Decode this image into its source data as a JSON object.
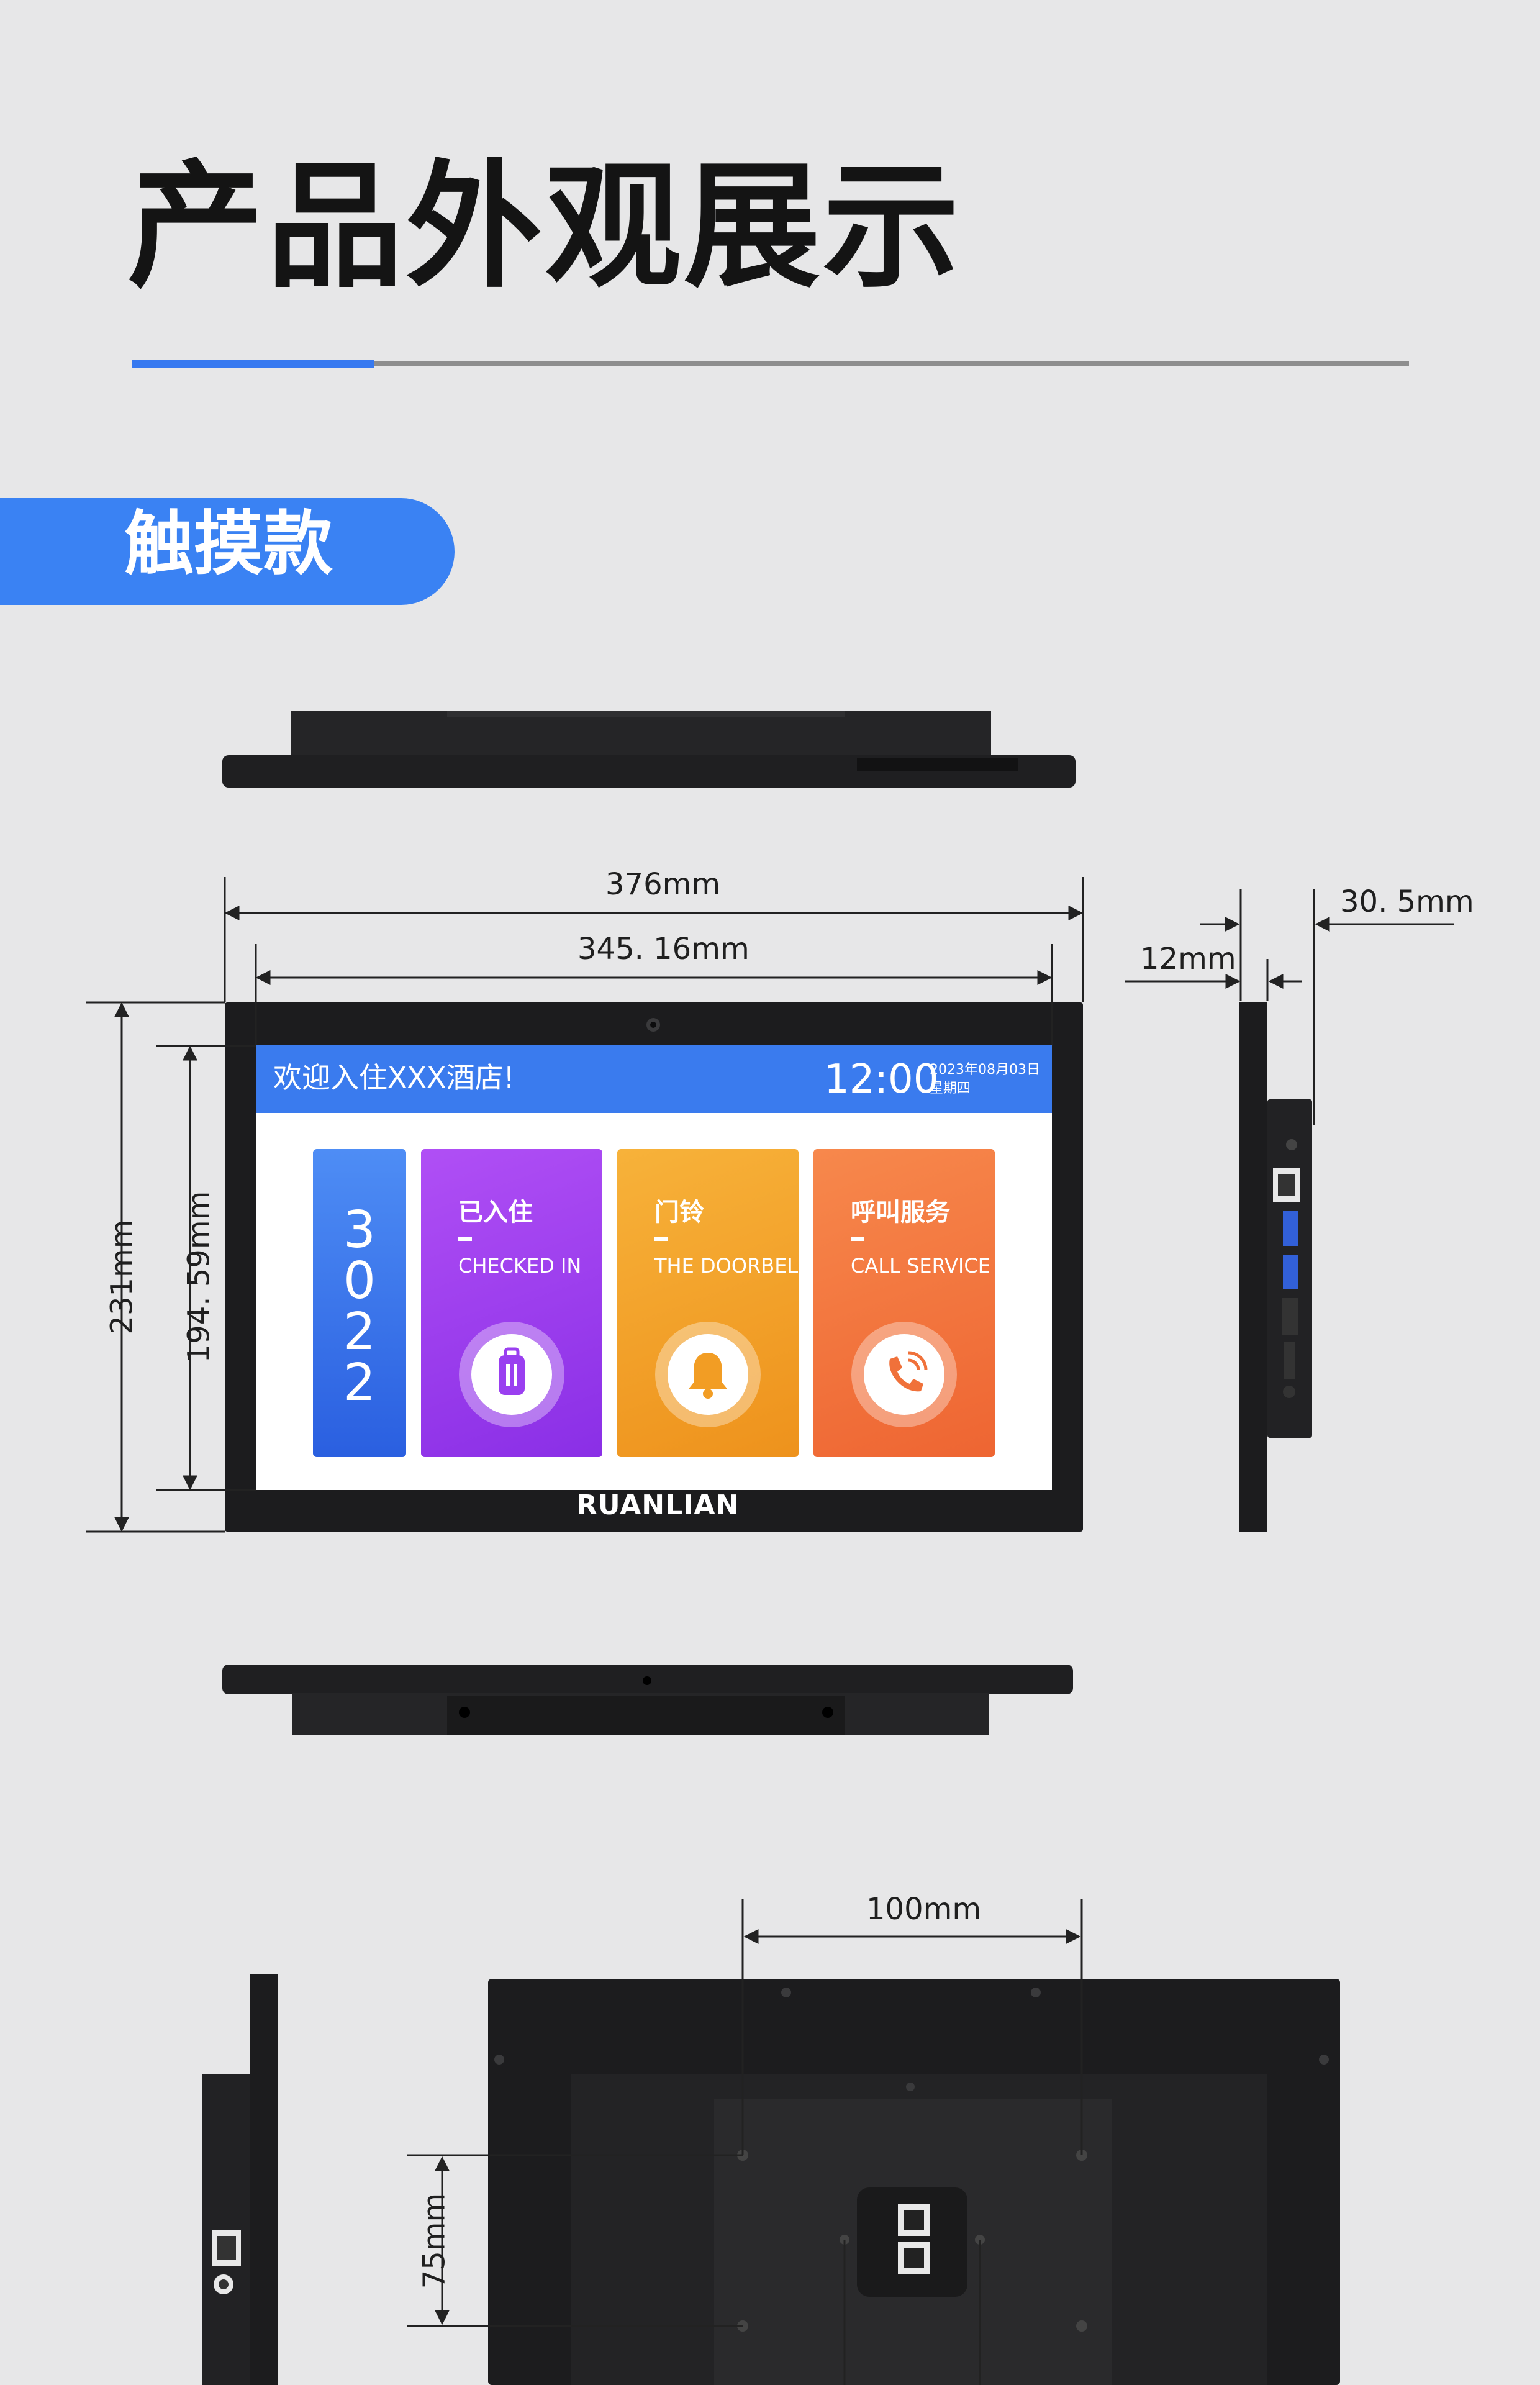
{
  "page_title": "产品外观展示",
  "section_label": "触摸款",
  "dimensions": {
    "outer_width": "376mm",
    "screen_width": "345. 16mm",
    "outer_height": "231mm",
    "screen_height": "194. 59mm",
    "total_depth": "30. 5mm",
    "panel_depth": "12mm",
    "vesa_horizontal": "100mm",
    "vesa_vertical": "75mm"
  },
  "screen": {
    "welcome": "欢迎入住XXX酒店!",
    "time": "12:00",
    "date": "2023年08月03日",
    "weekday": "星期四",
    "room_number_digits": [
      "3",
      "0",
      "2",
      "2"
    ],
    "cards": [
      {
        "title": "已入住",
        "subtitle": "CHECKED IN",
        "icon": "luggage-icon",
        "color": "#9a3ff0"
      },
      {
        "title": "门铃",
        "subtitle": "THE DOORBELL",
        "icon": "bell-icon",
        "color": "#f29d24"
      },
      {
        "title": "呼叫服务",
        "subtitle": "CALL SERVICE",
        "icon": "phone-call-icon",
        "color": "#f0713a"
      }
    ]
  },
  "brand": "RUANLIAN",
  "colors": {
    "accent": "#3a82f3",
    "device": "#1c1c1e",
    "screen_bar": "#3a7bee"
  }
}
